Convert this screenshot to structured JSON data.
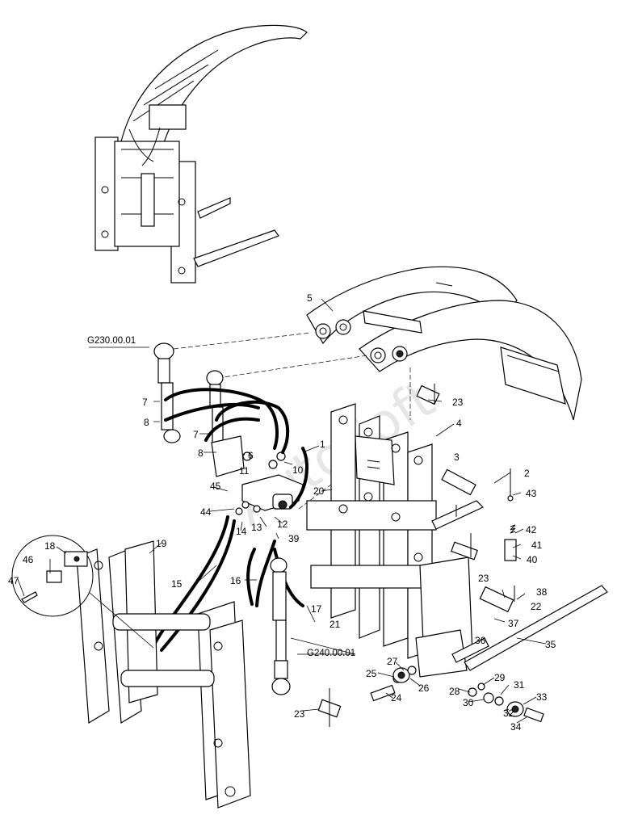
{
  "watermark": "AutoSoft",
  "references": {
    "upper_cylinder": "G230.00.01",
    "lower_cylinder": "G240.00.01"
  },
  "callouts": [
    {
      "id": "c1",
      "label": "1"
    },
    {
      "id": "c2",
      "label": "2"
    },
    {
      "id": "c3",
      "label": "3"
    },
    {
      "id": "c4",
      "label": "4"
    },
    {
      "id": "c5",
      "label": "5"
    },
    {
      "id": "c6",
      "label": "6"
    },
    {
      "id": "c7a",
      "label": "7"
    },
    {
      "id": "c7b",
      "label": "7"
    },
    {
      "id": "c8a",
      "label": "8"
    },
    {
      "id": "c8b",
      "label": "8"
    },
    {
      "id": "c10",
      "label": "10"
    },
    {
      "id": "c11",
      "label": "11"
    },
    {
      "id": "c12",
      "label": "12"
    },
    {
      "id": "c13",
      "label": "13"
    },
    {
      "id": "c14",
      "label": "14"
    },
    {
      "id": "c15",
      "label": "15"
    },
    {
      "id": "c16",
      "label": "16"
    },
    {
      "id": "c17",
      "label": "17"
    },
    {
      "id": "c18",
      "label": "18"
    },
    {
      "id": "c19",
      "label": "19"
    },
    {
      "id": "c20",
      "label": "20"
    },
    {
      "id": "c21",
      "label": "21"
    },
    {
      "id": "c22",
      "label": "22"
    },
    {
      "id": "c23a",
      "label": "23"
    },
    {
      "id": "c23b",
      "label": "23"
    },
    {
      "id": "c23c",
      "label": "23"
    },
    {
      "id": "c24",
      "label": "24"
    },
    {
      "id": "c25",
      "label": "25"
    },
    {
      "id": "c26",
      "label": "26"
    },
    {
      "id": "c27",
      "label": "27"
    },
    {
      "id": "c28",
      "label": "28"
    },
    {
      "id": "c29",
      "label": "29"
    },
    {
      "id": "c30",
      "label": "30"
    },
    {
      "id": "c31",
      "label": "31"
    },
    {
      "id": "c32",
      "label": "32"
    },
    {
      "id": "c33",
      "label": "33"
    },
    {
      "id": "c34",
      "label": "34"
    },
    {
      "id": "c35",
      "label": "35"
    },
    {
      "id": "c36",
      "label": "36"
    },
    {
      "id": "c37",
      "label": "37"
    },
    {
      "id": "c38",
      "label": "38"
    },
    {
      "id": "c39",
      "label": "39"
    },
    {
      "id": "c40",
      "label": "40"
    },
    {
      "id": "c41",
      "label": "41"
    },
    {
      "id": "c42",
      "label": "42"
    },
    {
      "id": "c43",
      "label": "43"
    },
    {
      "id": "c44",
      "label": "44"
    },
    {
      "id": "c45",
      "label": "45"
    },
    {
      "id": "c46",
      "label": "46"
    },
    {
      "id": "c47",
      "label": "47"
    }
  ]
}
